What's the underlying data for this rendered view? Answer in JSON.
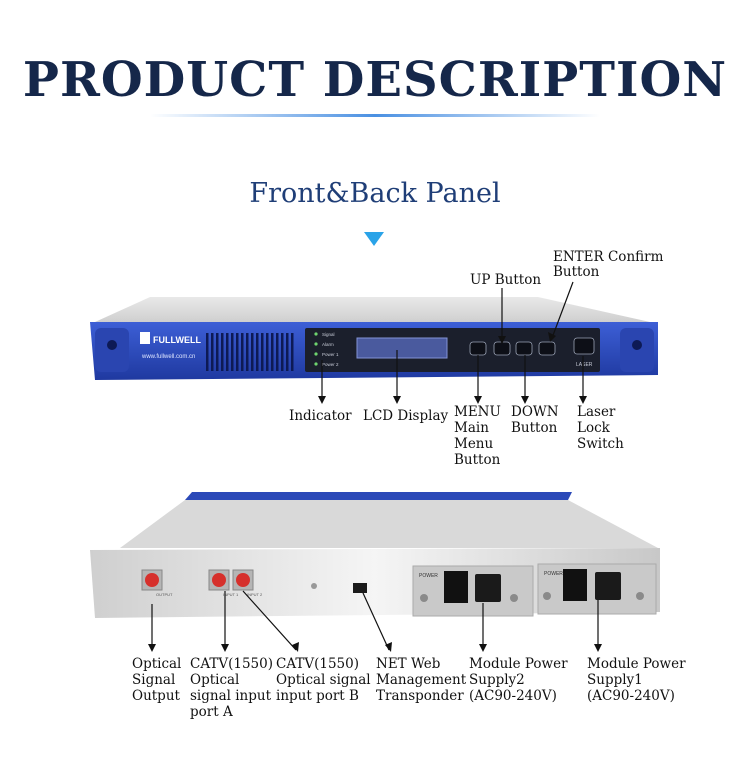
{
  "header": {
    "title": "PRODUCT DESCRIPTION",
    "subtitle": "Front&Back Panel"
  },
  "device": {
    "brand": "FULLWELL",
    "website": "www.fullwell.com.cn",
    "led_labels": [
      "Signal",
      "Alarm",
      "Power 1",
      "Power 2"
    ],
    "laser_label": "LASER",
    "rear_port_labels": [
      "OUTPUT",
      "INPUT 1",
      "INPUT 2"
    ],
    "power_label": "POWER",
    "accent_color": "#2b49b8"
  },
  "front_labels": {
    "up": "UP Button",
    "enter": [
      "ENTER Confirm",
      "Button"
    ],
    "indicator": "Indicator",
    "lcd": "LCD Display",
    "menu": [
      "MENU",
      "Main",
      "Menu",
      "Button"
    ],
    "down": [
      "DOWN",
      "Button"
    ],
    "laser": [
      "Laser",
      "Lock",
      "Switch"
    ]
  },
  "back_labels": {
    "output": [
      "Optical",
      "Signal",
      "Output"
    ],
    "port_a": [
      "CATV(1550)",
      "Optical",
      "signal input",
      "port A"
    ],
    "port_b": [
      "CATV(1550)",
      "Optical signal",
      "input port B"
    ],
    "net": [
      "NET Web",
      "Management",
      "Transponder"
    ],
    "psu2": [
      "Module Power",
      "Supply2",
      "(AC90-240V)"
    ],
    "psu1": [
      "Module Power",
      "Supply1",
      "(AC90-240V)"
    ]
  }
}
